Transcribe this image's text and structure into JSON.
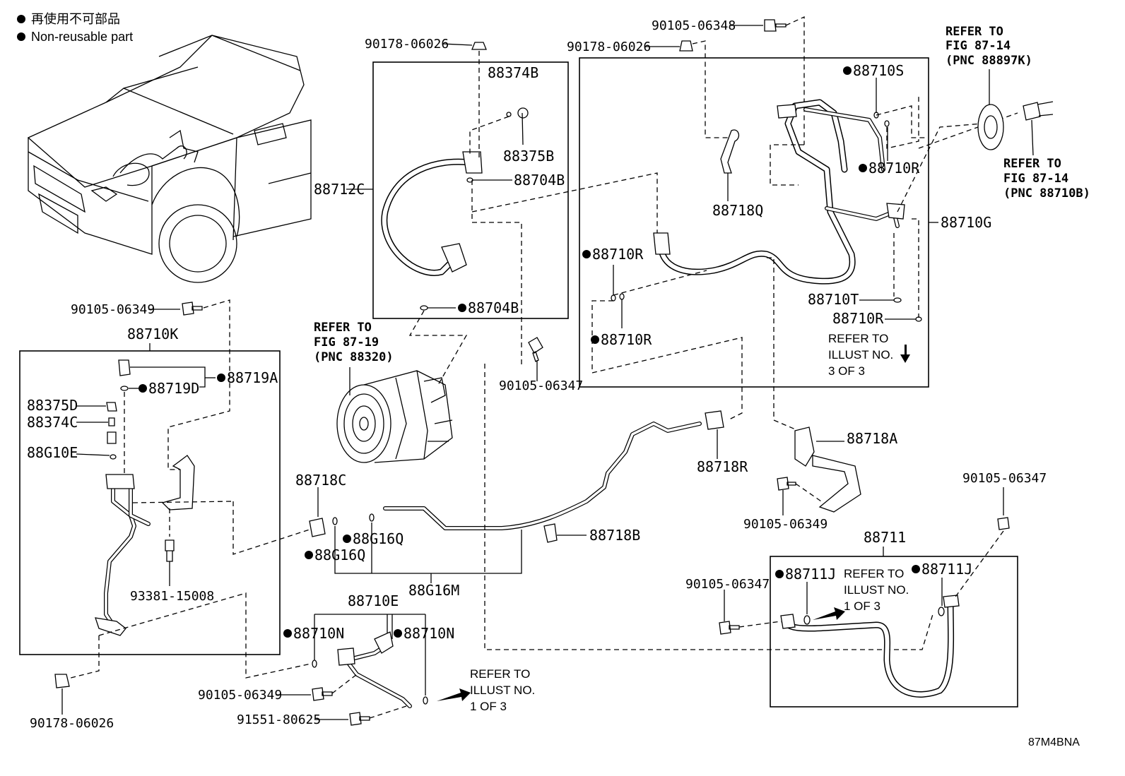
{
  "legend": {
    "line1": "再使用不可部品",
    "line2": "Non-reusable part"
  },
  "parts": {
    "p90178_06026_top": "90178-06026",
    "p88374B": "88374B",
    "p88375B": "88375B",
    "p88712C": "88712C",
    "p88704B_top": "88704B",
    "p88704B_bottom": "88704B",
    "p90178_06026_right": "90178-06026",
    "p90105_06348": "90105-06348",
    "p88710S": "88710S",
    "p88710R_a": "88710R",
    "p88718Q": "88718Q",
    "p88710G": "88710G",
    "p88710R_b": "88710R",
    "p88710R_c": "88710R",
    "p88710T": "88710T",
    "p88710R_d": "88710R",
    "p90105_06347_center": "90105-06347",
    "p90105_06349_left": "90105-06349",
    "p88710K": "88710K",
    "p88719D": "88719D",
    "p88719A": "88719A",
    "p88375D": "88375D",
    "p88374C": "88374C",
    "p88G10E": "88G10E",
    "p93381_15008": "93381-15008",
    "p90178_06026_bottom": "90178-06026",
    "p88718C": "88718C",
    "p88G16Q_a": "88G16Q",
    "p88G16Q_b": "88G16Q",
    "p88G16M": "88G16M",
    "p88718R": "88718R",
    "p88718B": "88718B",
    "p88718A": "88718A",
    "p90105_06349_right": "90105-06349",
    "p88710E": "88710E",
    "p88710N_a": "88710N",
    "p88710N_b": "88710N",
    "p90105_06349_bottom": "90105-06349",
    "p91551_80625": "91551-80625",
    "p88711": "88711",
    "p90105_06347_right": "90105-06347",
    "p90105_06347_lower": "90105-06347",
    "p88711J_a": "88711J",
    "p88711J_b": "88711J"
  },
  "refs": {
    "fig87_19": [
      "REFER TO",
      "FIG 87-19",
      "(PNC 88320)"
    ],
    "fig87_14_a": [
      "REFER TO",
      "FIG 87-14",
      "(PNC 88897K)"
    ],
    "fig87_14_b": [
      "REFER TO",
      "FIG 87-14",
      "(PNC 88710B)"
    ],
    "illust3": [
      "REFER TO",
      "ILLUST NO.",
      "3 OF 3"
    ],
    "illust1_a": [
      "REFER TO",
      "ILLUST NO.",
      "1 OF 3"
    ],
    "illust1_b": [
      "REFER TO",
      "ILLUST NO.",
      "1 OF 3"
    ]
  },
  "illustration_code": "87M4BNA",
  "colors": {
    "ink": "#000000",
    "paper": "#ffffff"
  }
}
